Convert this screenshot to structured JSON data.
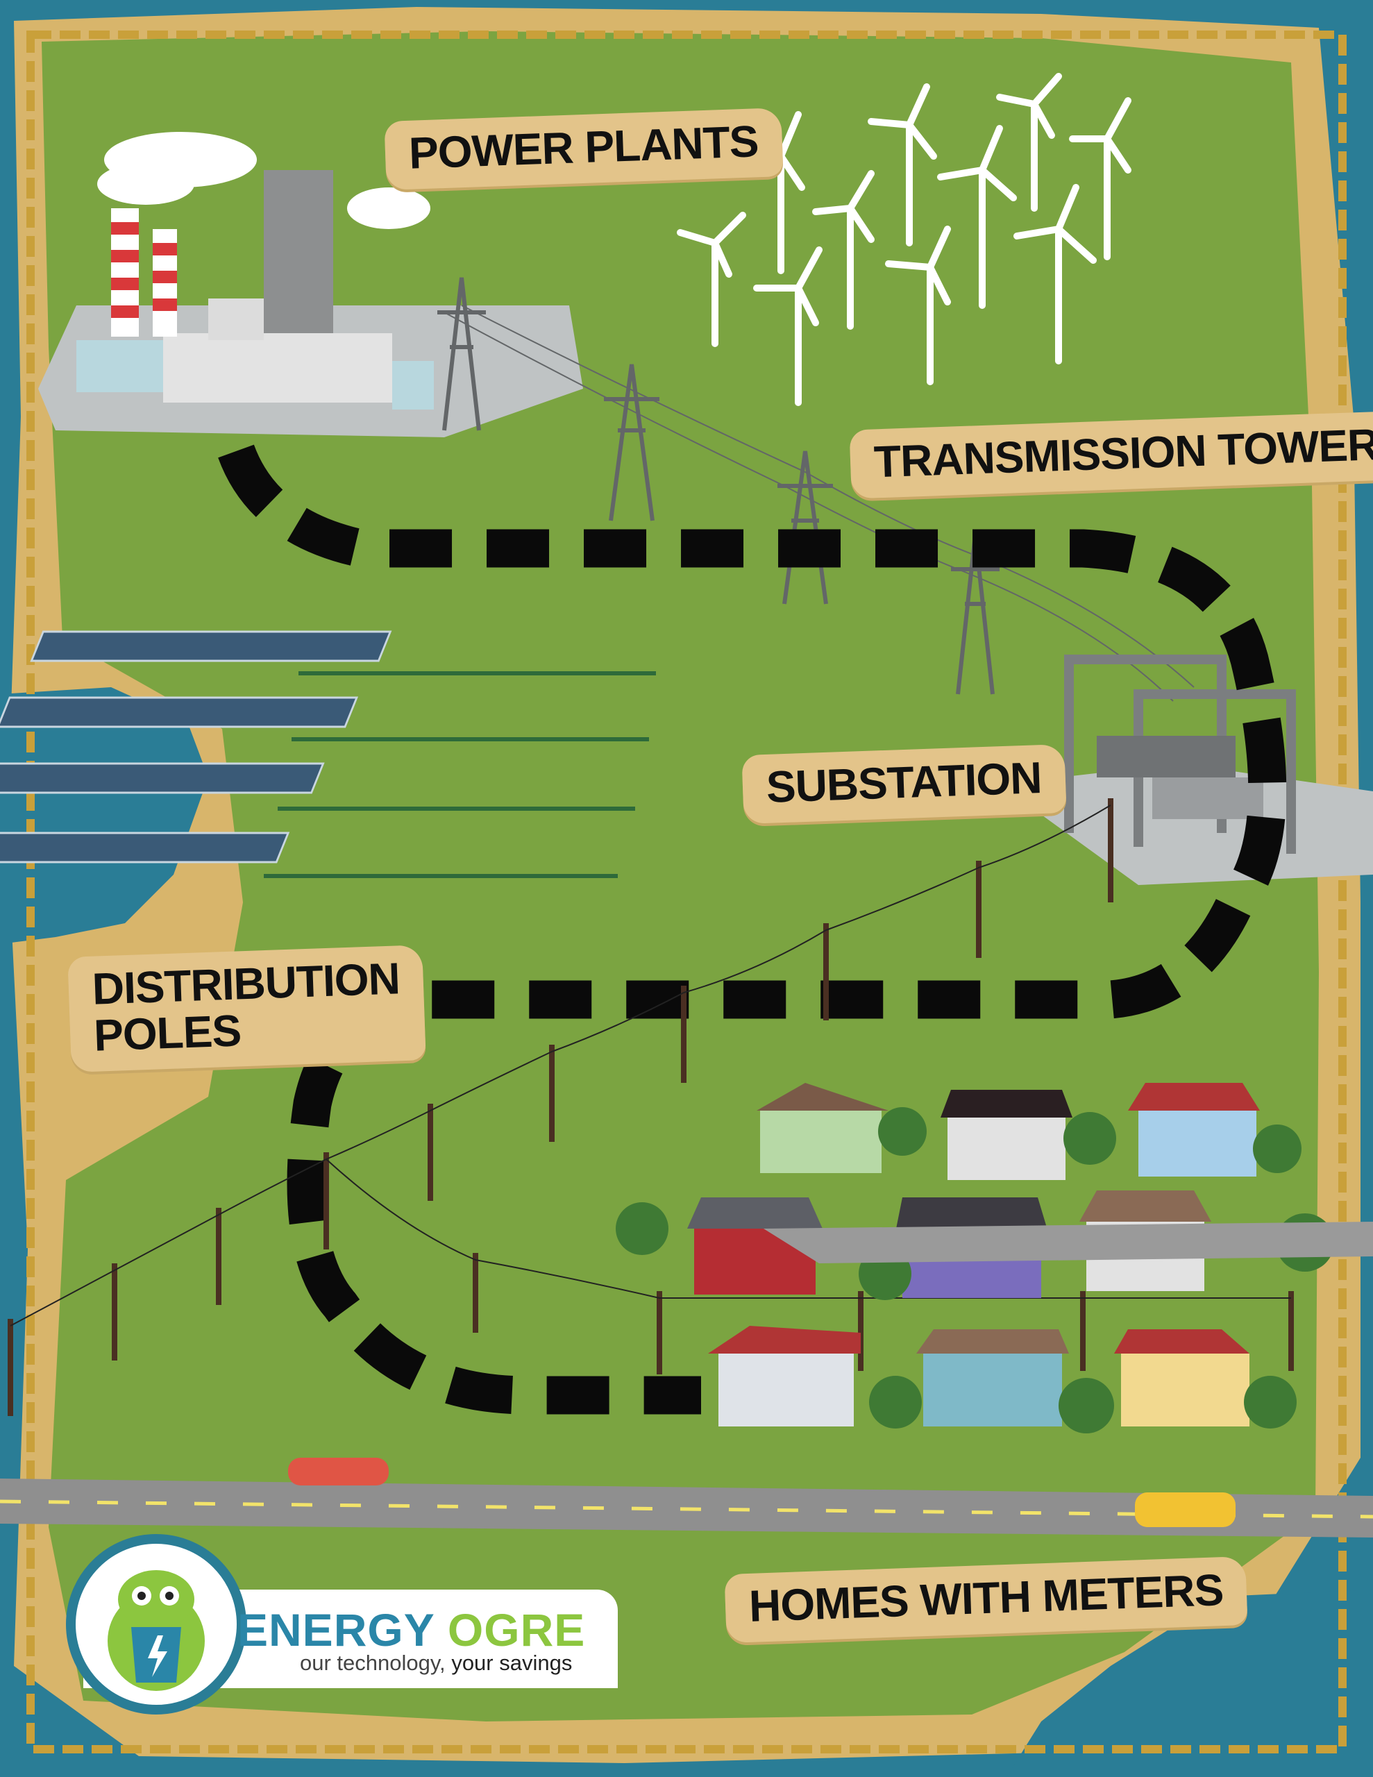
{
  "labels": {
    "power_plants": "POWER PLANTS",
    "transmission_towers": "TRANSMISSION TOWERS",
    "substation": "SUBSTATION",
    "distribution_line1": "DISTRIBUTION",
    "distribution_line2": "POLES",
    "homes_with_meters": "HOMES WITH METERS"
  },
  "brand": {
    "name_part1": "ENERGY",
    "name_part2": "OGRE",
    "tagline_part1": "our technology,",
    "tagline_part2": "your savings"
  },
  "colors": {
    "ocean": "#2a7d96",
    "sand": "#d8b56b",
    "grass": "#7ba441",
    "border": "#c9a03a",
    "path": "#0a0a0a",
    "road": "#8f8f8f",
    "label_bg": "#e3c48a"
  }
}
